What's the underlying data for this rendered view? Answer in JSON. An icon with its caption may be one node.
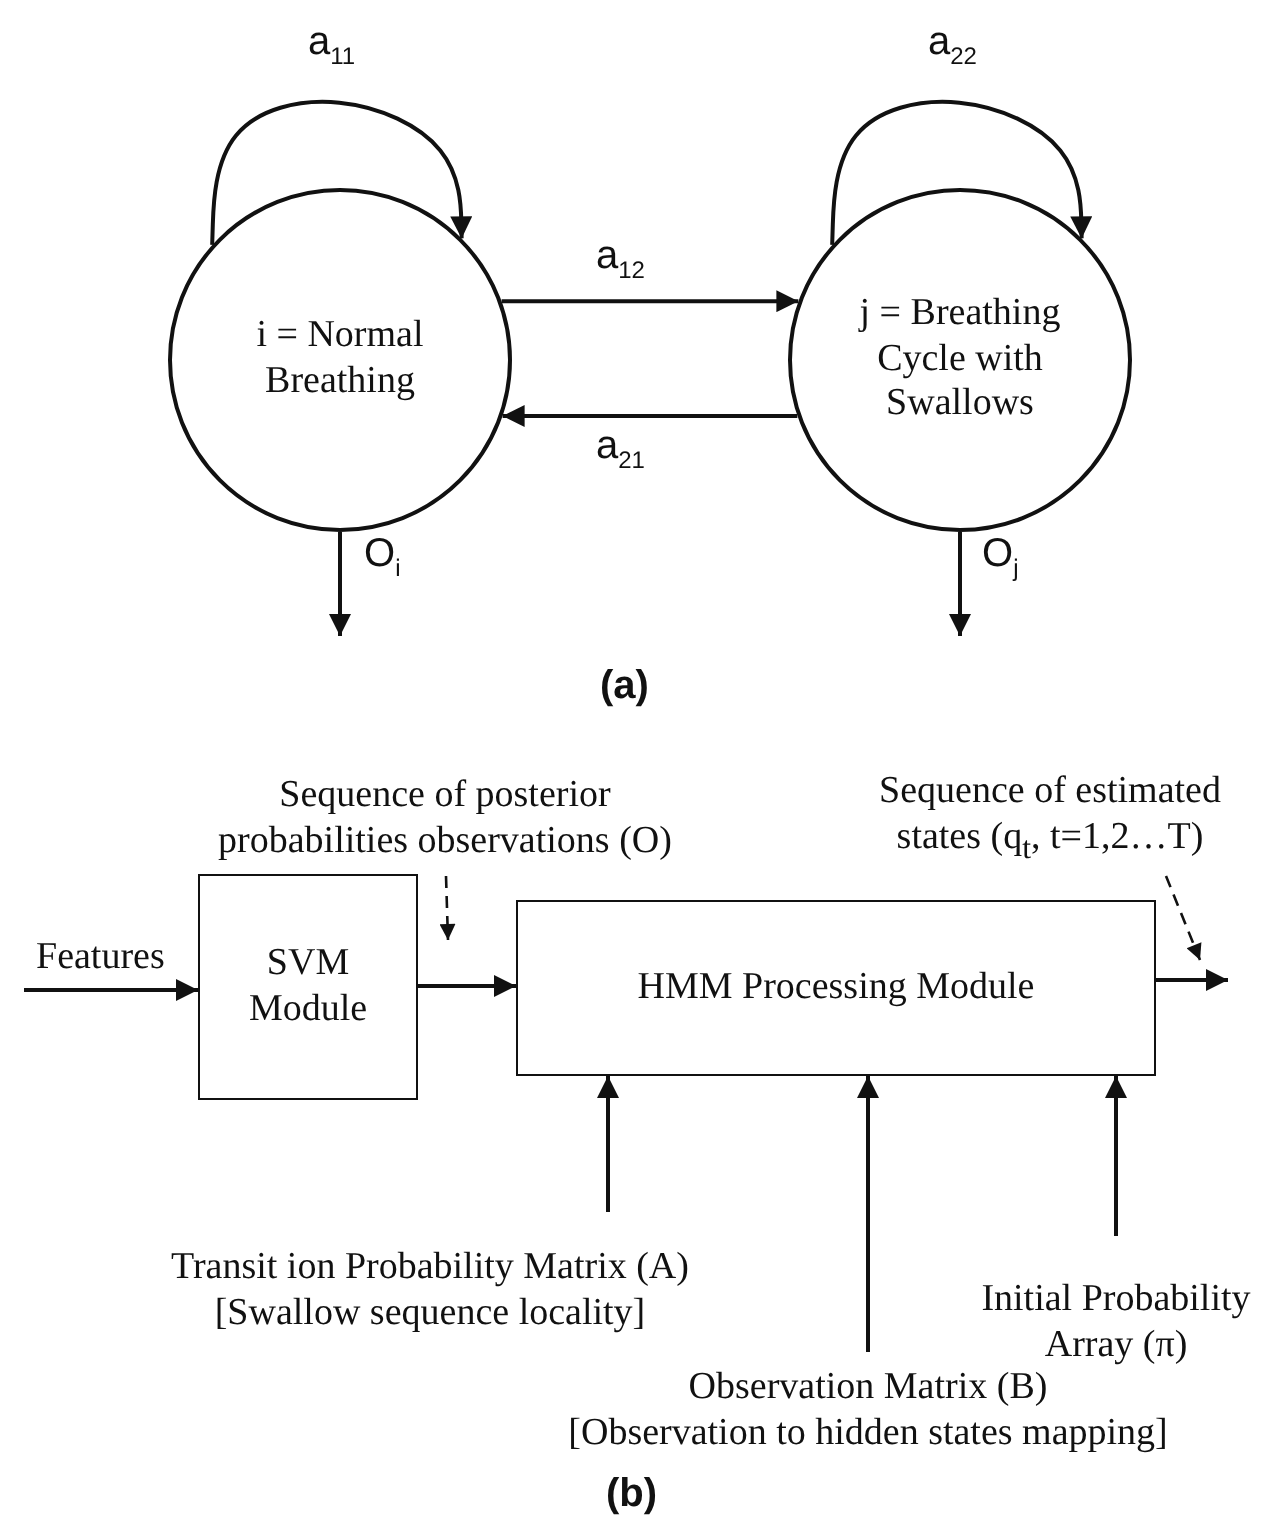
{
  "diagram": {
    "nodes": [
      {
        "text": [
          "i = Normal Breathing"
        ]
      },
      {
        "text": [
          "j = Breathing Cycle with Swallows"
        ]
      },
      {
        "text": [
          "SVM Module"
        ]
      },
      {
        "text": [
          "HMM Processing Module"
        ]
      },
      {
        "text": [
          "Sequence of posterior probabilities observations (O)"
        ]
      },
      {
        "text": [
          "Sequence of estimated states (q$_{t}$, t=1,2…T)"
        ]
      },
      {
        "text": [
          "Transit ion Probability Matrix (A)",
          "[Swallow sequence locality]"
        ]
      },
      {
        "text": [
          "Observation Matrix (B)",
          "[Observation to hidden states mapping]"
        ]
      },
      {
        "text": [
          "Initial Probability Array (π)"
        ]
      }
    ],
    "edges": [
      {
        "from": 0,
        "to": 0,
        "arrow": "to",
        "label": "a$_{11}$"
      },
      {
        "from": 1,
        "to": 1,
        "arrow": "to",
        "label": "a$_{22}$"
      },
      {
        "from": 0,
        "to": 1,
        "arrow": "to",
        "label": "a$_{12}$"
      },
      {
        "from": 1,
        "to": 0,
        "arrow": "to",
        "label": "a$_{21}$"
      },
      {
        "from": 0,
        "to": null,
        "arrow": "to",
        "label": "O$_{i}$"
      },
      {
        "from": 1,
        "to": null,
        "arrow": "to",
        "label": "O$_{j}$"
      },
      {
        "from": null,
        "to": 2,
        "arrow": "to",
        "label": "Features"
      },
      {
        "from": 2,
        "to": 3,
        "arrow": "to"
      },
      {
        "from": 3,
        "to": null,
        "arrow": "to"
      },
      {
        "from": 4,
        "to": 2,
        "arrow": "to",
        "style": "dashed"
      },
      {
        "from": 5,
        "to": 3,
        "arrow": "to",
        "style": "dashed"
      },
      {
        "from": 6,
        "to": 3,
        "arrow": "to"
      },
      {
        "from": 7,
        "to": 3,
        "arrow": "to"
      },
      {
        "from": 8,
        "to": 3,
        "arrow": "to"
      }
    ],
    "labels": [
      "(a)",
      "(b)"
    ]
  }
}
